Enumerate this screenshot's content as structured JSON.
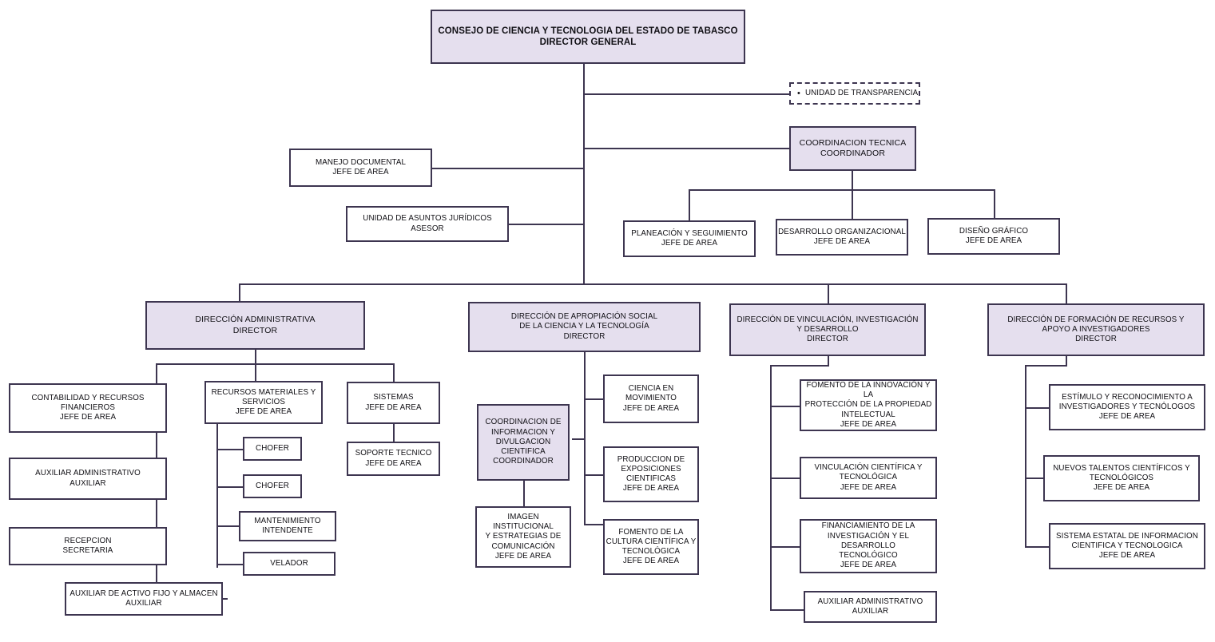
{
  "chart_meta": {
    "type": "org-chart",
    "title": "CONSEJO DE CIENCIA Y TECNOLOGIA DEL ESTADO DE TABASCO",
    "accent_fill": "#e5dfee",
    "line_color": "#3d3550",
    "background": "#ffffff"
  },
  "nodes": {
    "root": {
      "name": "CONSEJO DE CIENCIA Y TECNOLOGIA DEL ESTADO DE TABASCO",
      "role": "DIRECTOR GENERAL"
    },
    "transparencia": {
      "bullet": "•",
      "name": "UNIDAD DE TRANSPARENCIA",
      "role": ""
    },
    "coord_tecnica": {
      "name": "COORDINACION TECNICA",
      "role": "COORDINADOR"
    },
    "manejo_documental": {
      "name": "MANEJO DOCUMENTAL",
      "role": "JEFE DE AREA"
    },
    "asuntos_juridicos": {
      "name": "UNIDAD DE ASUNTOS JURÍDICOS",
      "role": "ASESOR"
    },
    "planeacion": {
      "name": "PLANEACIÓN Y SEGUIMIENTO",
      "role": "JEFE DE AREA"
    },
    "desarrollo_org": {
      "name": "DESARROLLO ORGANIZACIONAL",
      "role": "JEFE DE AREA"
    },
    "diseno_grafico": {
      "name": "DISEÑO GRÁFICO",
      "role": "JEFE DE AREA"
    },
    "dir_administrativa": {
      "name": "DIRECCIÓN ADMINISTRATIVA",
      "role": "DIRECTOR"
    },
    "dir_apropiacion": {
      "name": "DIRECCIÓN DE APROPIACIÓN SOCIAL\nDE LA CIENCIA Y LA TECNOLOGÍA",
      "role": "DIRECTOR"
    },
    "dir_vinculacion": {
      "name": "DIRECCIÓN DE VINCULACIÓN, INVESTIGACIÓN\nY DESARROLLO",
      "role": "DIRECTOR"
    },
    "dir_formacion": {
      "name": "DIRECCIÓN DE FORMACIÓN DE RECURSOS Y\nAPOYO A INVESTIGADORES",
      "role": "DIRECTOR"
    },
    "contabilidad": {
      "name": "CONTABILIDAD Y RECURSOS\nFINANCIEROS",
      "role": "JEFE DE AREA"
    },
    "aux_admin_1": {
      "name": "AUXILIAR ADMINISTRATIVO",
      "role": "AUXILIAR"
    },
    "recepcion": {
      "name": "RECEPCION",
      "role": "SECRETARIA"
    },
    "activo_fijo": {
      "name": "AUXILIAR DE ACTIVO FIJO Y ALMACEN",
      "role": "AUXILIAR"
    },
    "recursos_materiales": {
      "name": "RECURSOS MATERIALES Y\nSERVICIOS",
      "role": "JEFE DE AREA"
    },
    "chofer_1": {
      "name": "CHOFER",
      "role": ""
    },
    "chofer_2": {
      "name": "CHOFER",
      "role": ""
    },
    "mantenimiento": {
      "name": "MANTENIMIENTO",
      "role": "INTENDENTE"
    },
    "velador": {
      "name": "VELADOR",
      "role": ""
    },
    "sistemas": {
      "name": "SISTEMAS",
      "role": "JEFE DE AREA"
    },
    "soporte_tecnico": {
      "name": "SOPORTE TECNICO",
      "role": "JEFE DE AREA"
    },
    "coord_informacion": {
      "name": "COORDINACION DE\nINFORMACION Y\nDIVULGACION\nCIENTIFICA",
      "role": "COORDINADOR"
    },
    "imagen_institucional": {
      "name": "IMAGEN INSTITUCIONAL\nY ESTRATEGIAS DE\nCOMUNICACIÓN",
      "role": "JEFE DE AREA"
    },
    "ciencia_movimiento": {
      "name": "CIENCIA EN\nMOVIMIENTO",
      "role": "JEFE DE AREA"
    },
    "produccion_exposiciones": {
      "name": "PRODUCCION DE\nEXPOSICIONES\nCIENTIFICAS",
      "role": "JEFE DE AREA"
    },
    "fomento_cultura": {
      "name": "FOMENTO DE LA\nCULTURA CIENTÍFICA Y\nTECNOLÓGICA",
      "role": "JEFE DE AREA"
    },
    "fomento_innovacion": {
      "name": "FOMENTO DE LA INNOVACIÓN Y LA\nPROTECCIÓN DE LA PROPIEDAD\nINTELECTUAL",
      "role": "JEFE DE AREA"
    },
    "vinculacion_cientifica": {
      "name": "VINCULACIÓN CIENTÍFICA Y\nTECNOLÓGICA",
      "role": "JEFE DE AREA"
    },
    "financiamiento": {
      "name": "FINANCIAMIENTO DE LA\nINVESTIGACIÓN Y EL DESARROLLO\nTECNOLÓGICO",
      "role": "JEFE DE AREA"
    },
    "aux_admin_2": {
      "name": "AUXILIAR ADMINISTRATIVO",
      "role": "AUXILIAR"
    },
    "estimulo": {
      "name": "ESTÍMULO Y RECONOCIMIENTO A\nINVESTIGADORES Y TECNÓLOGOS",
      "role": "JEFE DE AREA"
    },
    "nuevos_talentos": {
      "name": "NUEVOS TALENTOS CIENTÍFICOS Y\nTECNOLÓGICOS",
      "role": "JEFE DE AREA"
    },
    "sistema_estatal": {
      "name": "SISTEMA ESTATAL DE INFORMACION\nCIENTIFICA Y TECNOLOGICA",
      "role": "JEFE DE AREA"
    }
  }
}
